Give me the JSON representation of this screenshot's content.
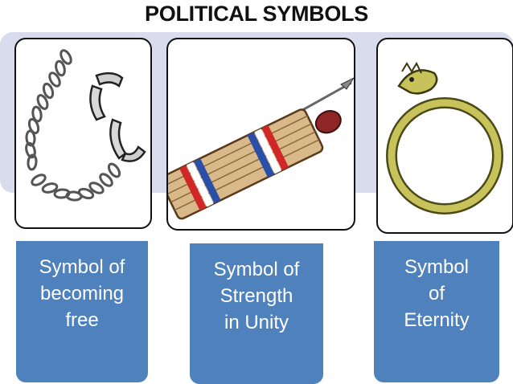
{
  "title": "POLITICAL SYMBOLS",
  "symbols": [
    {
      "illustration": "broken-chain-icon",
      "label_lines": [
        "Symbol of",
        "becoming",
        "free"
      ]
    },
    {
      "illustration": "fasces-bundle-icon",
      "label_lines": [
        "Symbol of",
        "Strength",
        "in Unity"
      ]
    },
    {
      "illustration": "ouroboros-serpent-icon",
      "label_lines": [
        "Symbol",
        "of",
        "Eternity"
      ]
    }
  ],
  "colors": {
    "label_background": "#4f81bd",
    "band_background": "#d9dcec",
    "frame_border": "#111111"
  }
}
